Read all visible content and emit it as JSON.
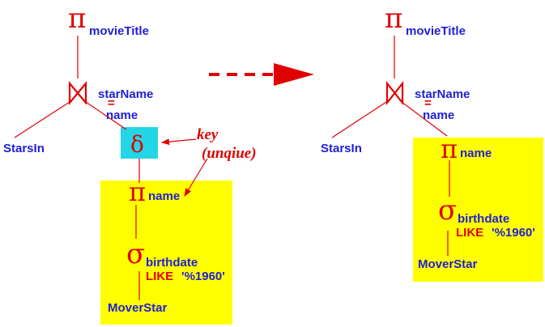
{
  "colors": {
    "node_text": "#1f1fd6",
    "symbol": "#e00000",
    "highlight_box": "#ffff00",
    "dup_elim_box": "#22d6e6"
  },
  "left_tree": {
    "projection_symbol": "π",
    "projection_attr": "movieTitle",
    "join_symbol": "⋈",
    "join_cond_left": "starName",
    "join_cond_eq": "=",
    "join_cond_right": "name",
    "left_relation": "StarsIn",
    "dup_elim_symbol": "δ",
    "inner_projection_symbol": "π",
    "inner_projection_attr": "name",
    "selection_symbol": "σ",
    "selection_attr": "birthdate",
    "selection_like": "LIKE",
    "selection_pattern": "'%1960'",
    "base_relation": "MoverStar"
  },
  "annotation": {
    "line1": "key",
    "line2": "(unqiue)"
  },
  "right_tree": {
    "projection_symbol": "π",
    "projection_attr": "movieTitle",
    "join_symbol": "⋈",
    "join_cond_left": "starName",
    "join_cond_eq": "=",
    "join_cond_right": "name",
    "left_relation": "StarsIn",
    "inner_projection_symbol": "π",
    "inner_projection_attr": "name",
    "selection_symbol": "σ",
    "selection_attr": "birthdate",
    "selection_like": "LIKE",
    "selection_pattern": "'%1960'",
    "base_relation": "MoverStar"
  }
}
